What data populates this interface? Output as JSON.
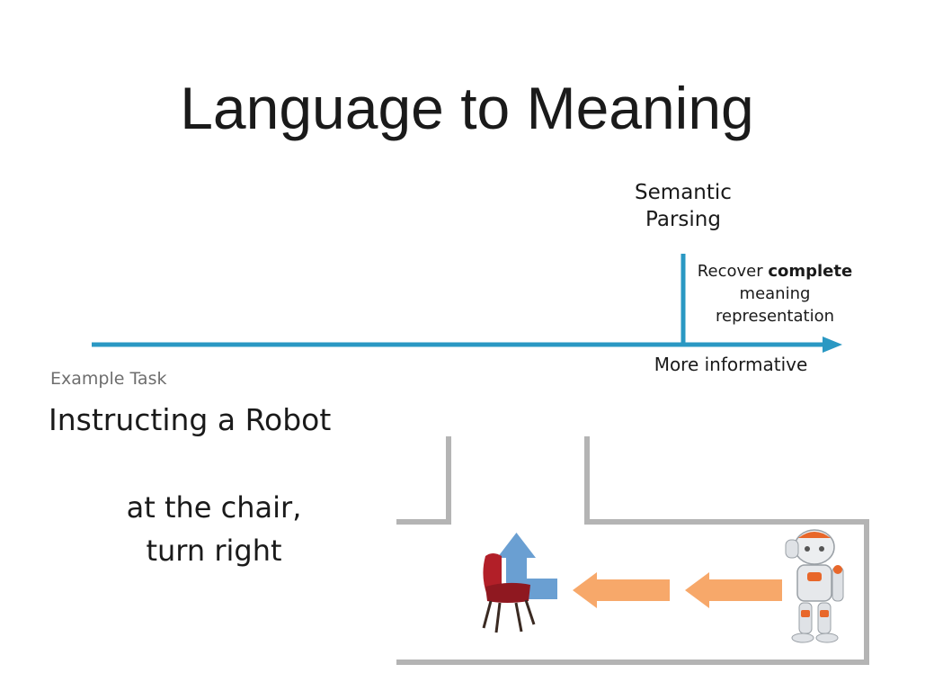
{
  "title": "Language to Meaning",
  "axis": {
    "marker_label_lines": [
      "Semantic",
      "Parsing"
    ],
    "marker_note_prefix": "Recover ",
    "marker_note_bold": "complete",
    "marker_note_lines": [
      "meaning",
      "representation"
    ],
    "arrow_label": "More informative"
  },
  "example": {
    "label": "Example Task",
    "task_title": "Instructing a Robot",
    "command_lines": [
      "at the chair,",
      "turn right"
    ]
  },
  "colors": {
    "axis_blue": "#2a98c3",
    "wall_gray": "#b4b4b4",
    "move_orange": "#f7a86a",
    "turn_blue": "#6a9fd2",
    "chair_red": "#b21f28",
    "robot_orange": "#e8672a"
  },
  "icons": [
    "chair-icon",
    "robot-icon"
  ]
}
